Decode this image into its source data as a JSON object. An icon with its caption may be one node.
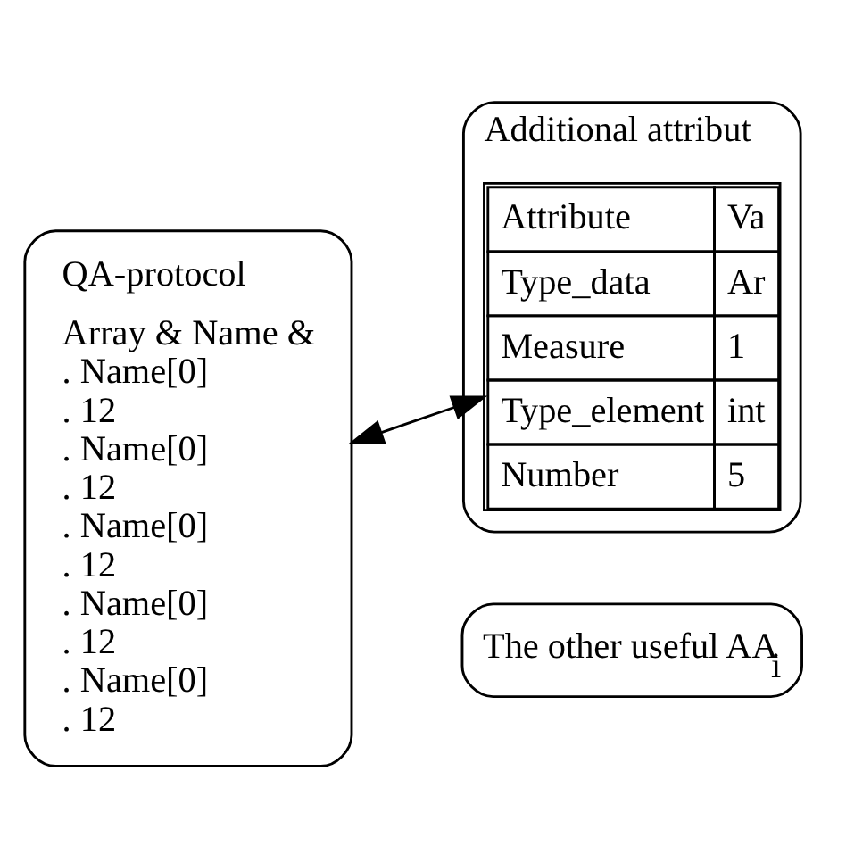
{
  "diagram": {
    "nodes": [
      {
        "text": [
          "QA-protocol",
          "Array & Name & . Name[0] . 12 . Name[0] . 12 . Name[0] . 12 . Name[0] . 12 . Name[0] . 12"
        ]
      },
      {
        "text": [
          "Additional attribut"
        ]
      },
      {
        "text": [
          "Attribute",
          "Va",
          "Type_data",
          "Ar",
          "Measure",
          "1",
          "Type_element",
          "int",
          "Number",
          "5"
        ],
        "in": 1
      },
      {
        "text": [
          "The other useful AA$_{i}$"
        ]
      }
    ],
    "edges": [
      {
        "from": 0,
        "to": 2,
        "arrow": "both"
      }
    ]
  }
}
